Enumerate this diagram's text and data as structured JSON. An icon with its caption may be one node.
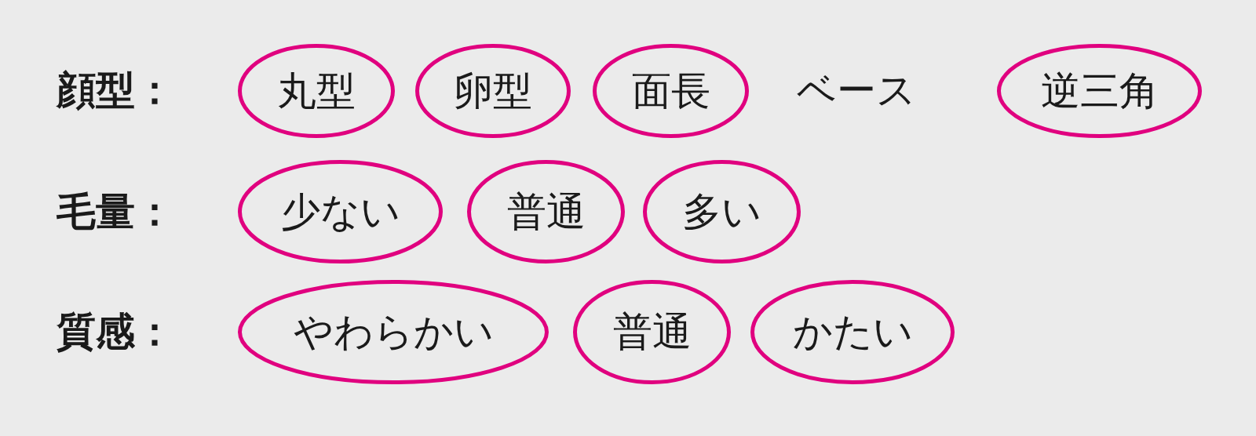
{
  "diagram": {
    "nodes": [
      {
        "text": [
          "丸型"
        ]
      },
      {
        "text": [
          "卵型"
        ]
      },
      {
        "text": [
          "面長"
        ]
      },
      {
        "text": [
          "逆三角"
        ]
      },
      {
        "text": [
          "少ない"
        ]
      },
      {
        "text": [
          "普通"
        ]
      },
      {
        "text": [
          "多い"
        ]
      },
      {
        "text": [
          "やわらかい"
        ]
      },
      {
        "text": [
          "普通"
        ]
      },
      {
        "text": [
          "かたい"
        ]
      }
    ],
    "labels": [
      "顔型：",
      "ベース",
      "毛量：",
      "質感："
    ]
  }
}
